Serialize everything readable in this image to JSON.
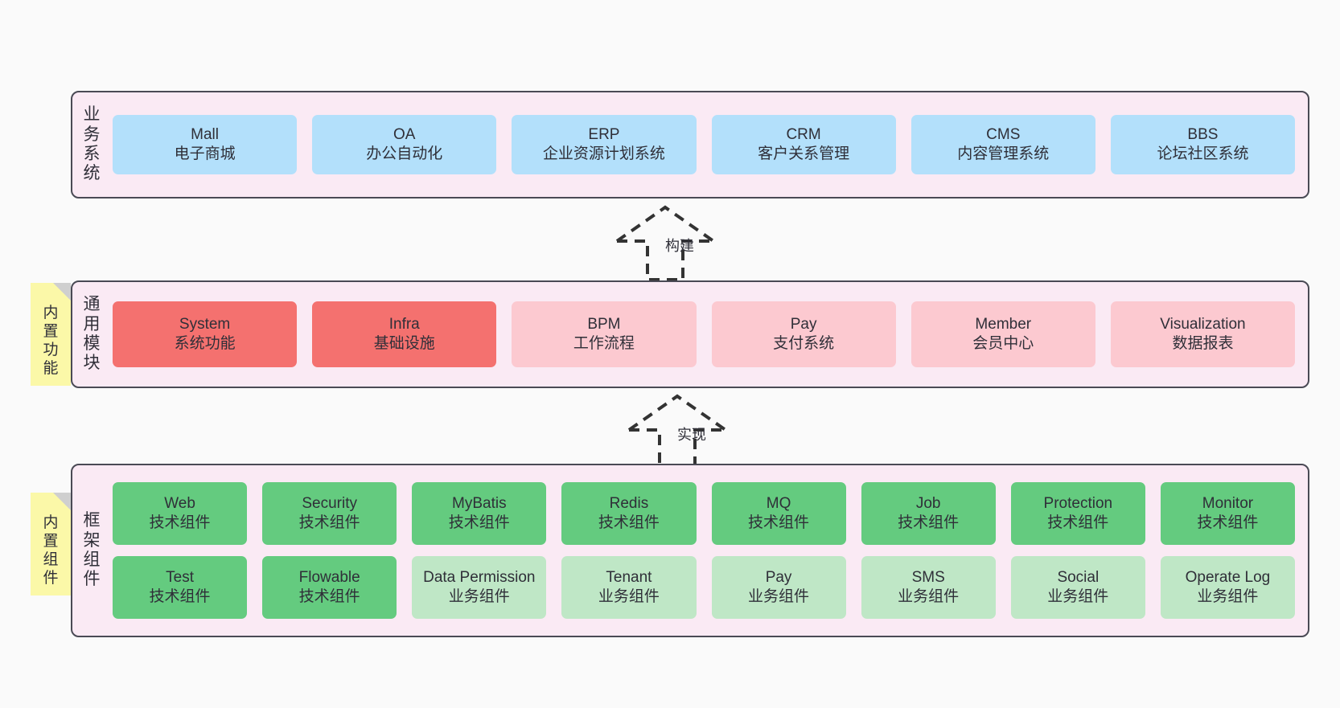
{
  "layers": [
    {
      "id": "business",
      "title_chars": [
        "业",
        "务",
        "系",
        "统"
      ],
      "rows": [
        [
          {
            "name": "Mall",
            "sub": "电子商城",
            "color": "#b3e0fb"
          },
          {
            "name": "OA",
            "sub": "办公自动化",
            "color": "#b3e0fb"
          },
          {
            "name": "ERP",
            "sub": "企业资源计划系统",
            "color": "#b3e0fb"
          },
          {
            "name": "CRM",
            "sub": "客户关系管理",
            "color": "#b3e0fb"
          },
          {
            "name": "CMS",
            "sub": "内容管理系统",
            "color": "#b3e0fb"
          },
          {
            "name": "BBS",
            "sub": "论坛社区系统",
            "color": "#b3e0fb"
          }
        ]
      ]
    },
    {
      "id": "modules",
      "title_chars": [
        "通",
        "用",
        "模",
        "块"
      ],
      "rows": [
        [
          {
            "name": "System",
            "sub": "系统功能",
            "color": "#f4716f"
          },
          {
            "name": "Infra",
            "sub": "基础设施",
            "color": "#f4716f"
          },
          {
            "name": "BPM",
            "sub": "工作流程",
            "color": "#fcc9d0"
          },
          {
            "name": "Pay",
            "sub": "支付系统",
            "color": "#fcc9d0"
          },
          {
            "name": "Member",
            "sub": "会员中心",
            "color": "#fcc9d0"
          },
          {
            "name": "Visualization",
            "sub": "数据报表",
            "color": "#fcc9d0"
          }
        ]
      ]
    },
    {
      "id": "framework",
      "title_chars": [
        "框",
        "架",
        "组",
        "件"
      ],
      "rows": [
        [
          {
            "name": "Web",
            "sub": "技术组件",
            "color": "#64cb7f"
          },
          {
            "name": "Security",
            "sub": "技术组件",
            "color": "#64cb7f"
          },
          {
            "name": "MyBatis",
            "sub": "技术组件",
            "color": "#64cb7f"
          },
          {
            "name": "Redis",
            "sub": "技术组件",
            "color": "#64cb7f"
          },
          {
            "name": "MQ",
            "sub": "技术组件",
            "color": "#64cb7f"
          },
          {
            "name": "Job",
            "sub": "技术组件",
            "color": "#64cb7f"
          },
          {
            "name": "Protection",
            "sub": "技术组件",
            "color": "#64cb7f"
          },
          {
            "name": "Monitor",
            "sub": "技术组件",
            "color": "#64cb7f"
          }
        ],
        [
          {
            "name": "Test",
            "sub": "技术组件",
            "color": "#64cb7f"
          },
          {
            "name": "Flowable",
            "sub": "技术组件",
            "color": "#64cb7f"
          },
          {
            "name": "Data Permission",
            "sub": "业务组件",
            "color": "#bfe7c6"
          },
          {
            "name": "Tenant",
            "sub": "业务组件",
            "color": "#bfe7c6"
          },
          {
            "name": "Pay",
            "sub": "业务组件",
            "color": "#bfe7c6"
          },
          {
            "name": "SMS",
            "sub": "业务组件",
            "color": "#bfe7c6"
          },
          {
            "name": "Social",
            "sub": "业务组件",
            "color": "#bfe7c6"
          },
          {
            "name": "Operate Log",
            "sub": "业务组件",
            "color": "#bfe7c6"
          }
        ]
      ]
    }
  ],
  "sticky_notes": [
    {
      "id": "builtin-func",
      "chars": [
        "内",
        "置",
        "功",
        "能"
      ]
    },
    {
      "id": "builtin-comp",
      "chars": [
        "内",
        "置",
        "组",
        "件"
      ]
    }
  ],
  "connectors": [
    {
      "id": "build",
      "label": "构建"
    },
    {
      "id": "impl",
      "label": "实现"
    }
  ],
  "colors": {
    "canvas_background": "#fafafa",
    "layer_background": "#faeaf4",
    "layer_border": "#4a4a55",
    "business_box": "#b3e0fb",
    "module_core_box": "#f4716f",
    "module_box": "#fcc9d0",
    "tech_component_box": "#64cb7f",
    "business_component_box": "#bfe7c6",
    "sticky_note": "#fbf8a8",
    "sticky_fold": "#cfcfcf",
    "connector_stroke": "#333333",
    "text": "#2f2f38"
  }
}
